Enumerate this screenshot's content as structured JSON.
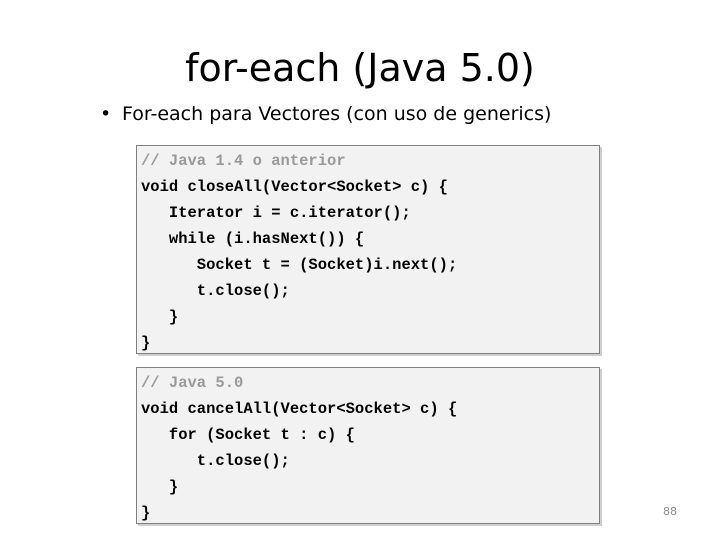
{
  "slide": {
    "title": "for-each (Java 5.0)",
    "bullet_symbol": "•",
    "bullet_text": "For-each para Vectores (con uso de generics)",
    "page_number": "88"
  },
  "code_old": {
    "lines": [
      "// Java 1.4 o anterior",
      "void closeAll(Vector<Socket> c) {",
      "   Iterator i = c.iterator();",
      "   while (i.hasNext()) {",
      "      Socket t = (Socket)i.next();",
      "      t.close();",
      "   }",
      "}"
    ]
  },
  "code_new": {
    "lines": [
      "// Java 5.0",
      "void cancelAll(Vector<Socket> c) {",
      "   for (Socket t : c) {",
      "      t.close();",
      "   }",
      "}"
    ]
  },
  "colors": {
    "comment": "#999999",
    "code_background": "#f2f2f2",
    "code_border": "#7f7f7f",
    "page_number": "#8c8c8c"
  }
}
